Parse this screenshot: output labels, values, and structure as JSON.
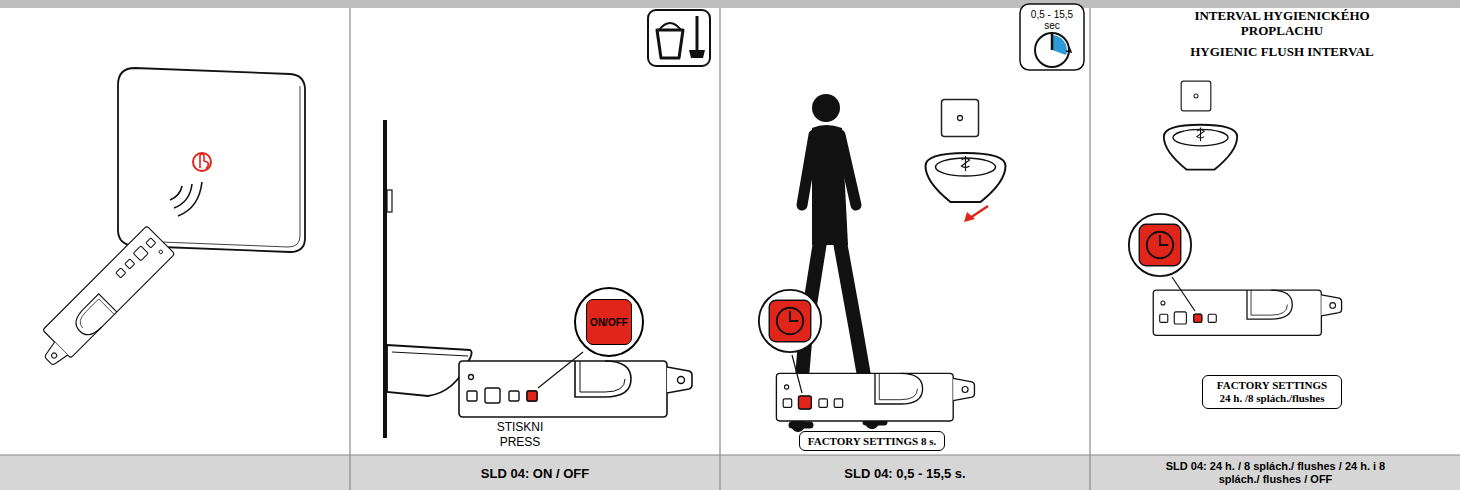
{
  "diagram": {
    "nodes": [
      {
        "text": [
          "ON/OFF"
        ]
      },
      {
        "text": [
          "FACTORY SETTINGS 8 s."
        ]
      },
      {
        "text": [
          "FACTORY SETTINGS 24 h. /8 splách./flushes"
        ]
      },
      {
        "text": [
          "SLD 04: ON / OFF"
        ]
      },
      {
        "text": [
          "SLD 04: 0,5 - 15,5 s."
        ]
      },
      {
        "text": [
          "SLD 04: 24 h. / 8 splách./ flushes / 24 h. i 8 splách./ flushes / OFF"
        ]
      }
    ],
    "labels": [
      "STISKNI",
      "PRESS",
      "0,5 - 15,5",
      "sec",
      "INTERVAL HYGIENICKÉHO PROPLACHU",
      "HYGIENIC FLUSH INTERVAL"
    ]
  }
}
